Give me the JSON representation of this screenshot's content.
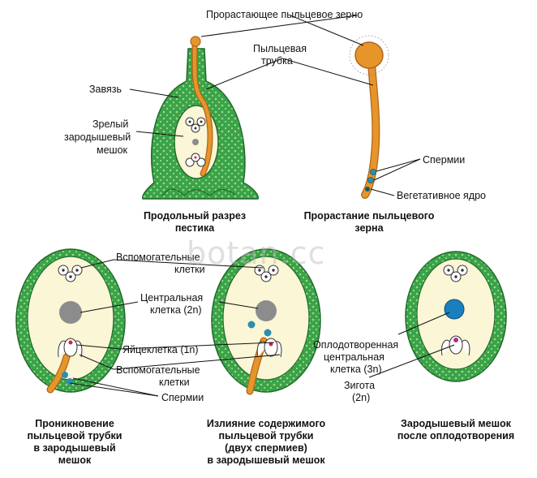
{
  "colors": {
    "wall": "#3aa34a",
    "wall_dots": "#8ecf70",
    "sac": "#faf6d6",
    "tube": "#e6952b",
    "tube_edge": "#b0651a",
    "nucleus": "#8c8c8c",
    "fused_nucleus": "#1a7fbf",
    "egg_nucleus": "#d0214a",
    "zygote_nucleus": "#b0308a",
    "sperm": "#2b8fb0"
  },
  "labels": {
    "germinating_grain": "Прорастающее пыльцевое зерно",
    "pollen_tube_1": "Пыльцевая",
    "pollen_tube_2": "трубка",
    "ovary": "Завязь",
    "mature_sac_1": "Зрелый",
    "mature_sac_2": "зародышевый",
    "mature_sac_3": "мешок",
    "sperms_top": "Спермии",
    "vegetative_nucleus": "Вегетативное ядро",
    "aux_cells_top_1": "Вспомогательные",
    "aux_cells_top_2": "клетки",
    "central_cell_1": "Центральная",
    "central_cell_2": "клетка (2n)",
    "egg_cell": "Яйцеклетка (1n)",
    "aux_cells_bottom_1": "Вспомогательные",
    "aux_cells_bottom_2": "клетки",
    "sperms_bottom": "Спермии",
    "fertilized_central_1": "Оплодотворенная",
    "fertilized_central_2": "центральная",
    "fertilized_central_3": "клетка (3n)",
    "zygote_1": "Зигота",
    "zygote_2": "(2n)"
  },
  "captions": {
    "pistil_1": "Продольный разрез",
    "pistil_2": "пестика",
    "germination_1": "Прорастание пыльцевого",
    "germination_2": "зерна",
    "penetration_1": "Проникновение",
    "penetration_2": "пыльцевой трубки",
    "penetration_3": "в зародышевый",
    "penetration_4": "мешок",
    "discharge_1": "Излияние содержимого",
    "discharge_2": "пыльцевой трубки",
    "discharge_3": "(двух спермиев)",
    "discharge_4": "в зародышевый мешок",
    "after_1": "Зародышевый мешок",
    "after_2": "после оплодотворения"
  },
  "watermark": "botan.cc"
}
